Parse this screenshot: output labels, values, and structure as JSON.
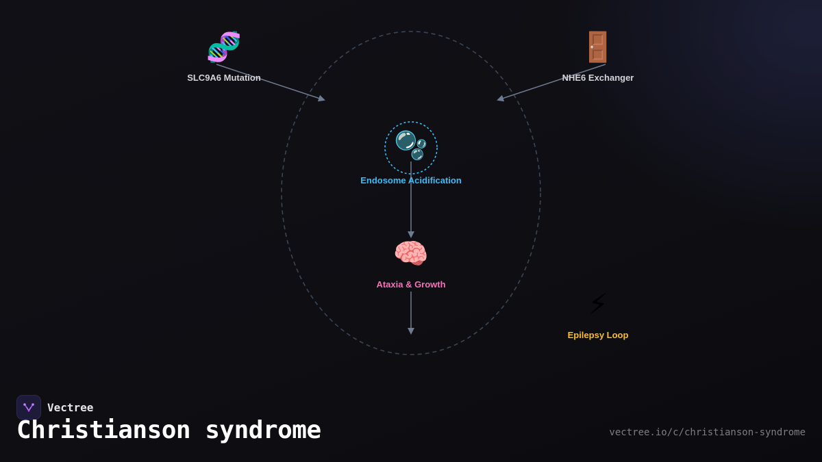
{
  "diagram": {
    "colors": {
      "background": "#0f0f14",
      "arrow": "#6e7c91",
      "outline": "#3a4658",
      "endosome_ring": "#38bdf8"
    },
    "nodes": {
      "mutation": {
        "icon": "🧬",
        "icon_name": "dna-icon",
        "label": "SLC9A6 Mutation",
        "color": "#d4d4d8"
      },
      "exchanger": {
        "icon": "🚪",
        "icon_name": "door-icon",
        "label": "NHE6 Exchanger",
        "color": "#d4d4d8"
      },
      "endosome": {
        "icon": "🫧",
        "icon_name": "bubbles-icon",
        "label": "Endosome Acidification",
        "color": "#38bdf8"
      },
      "ataxia": {
        "icon": "🧠",
        "icon_name": "brain-icon",
        "label": "Ataxia & Growth",
        "color": "#f472b6"
      },
      "epilepsy": {
        "icon": "⚡",
        "icon_name": "lightning-icon",
        "label": "Epilepsy Loop",
        "color": "#fbbf24"
      }
    }
  },
  "brand": {
    "name": "Vectree",
    "logo_icon": "vectree-logo-icon"
  },
  "page": {
    "title": "Christianson syndrome",
    "url": "vectree.io/c/christianson-syndrome"
  }
}
